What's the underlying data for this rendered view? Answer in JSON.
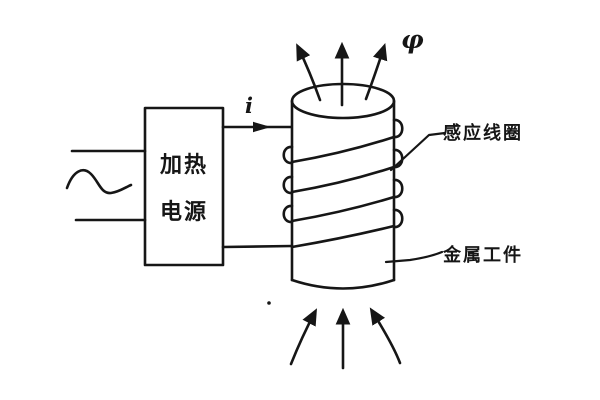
{
  "diagram": {
    "power_source": {
      "line1": "加热",
      "line2": "电源"
    },
    "labels": {
      "current": "i",
      "flux": "φ",
      "induction_coil": "感应线圈",
      "metal_workpiece": "金属工件"
    },
    "colors": {
      "ink": "#161616",
      "background": "#ffffff"
    }
  }
}
